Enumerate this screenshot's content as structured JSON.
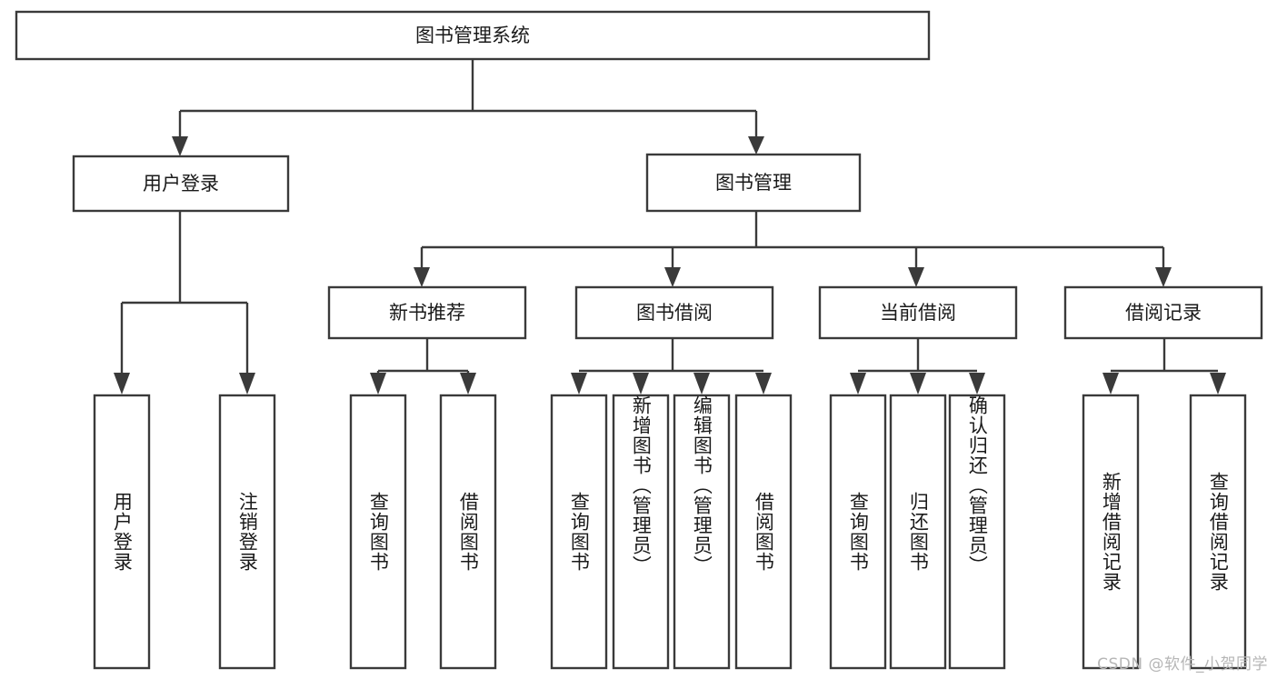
{
  "diagram": {
    "type": "tree",
    "title": "图书管理系统",
    "orientation": "top-down",
    "watermark": "CSDN @软件_小贺同学",
    "colors": {
      "background": "#ffffff",
      "node_fill": "#ffffff",
      "node_stroke": "#3a3a3a",
      "text": "#1a1a1a",
      "watermark": "#b6b6b6"
    },
    "levels": {
      "root": {
        "label": "图书管理系统"
      },
      "level1": [
        {
          "id": "user-login",
          "label": "用户登录"
        },
        {
          "id": "book-manage",
          "label": "图书管理"
        }
      ],
      "level2": [
        {
          "id": "new-book-recommend",
          "label": "新书推荐",
          "parent": "book-manage"
        },
        {
          "id": "book-borrow",
          "label": "图书借阅",
          "parent": "book-manage"
        },
        {
          "id": "current-borrow",
          "label": "当前借阅",
          "parent": "book-manage"
        },
        {
          "id": "borrow-record",
          "label": "借阅记录",
          "parent": "book-manage"
        }
      ],
      "leaves": [
        {
          "id": "leaf-user-login",
          "label": "用户登录",
          "parent": "user-login"
        },
        {
          "id": "leaf-logout",
          "label": "注销登录",
          "parent": "user-login"
        },
        {
          "id": "leaf-query-book-1",
          "label": "查询图书",
          "parent": "new-book-recommend"
        },
        {
          "id": "leaf-borrow-book-1",
          "label": "借阅图书",
          "parent": "new-book-recommend"
        },
        {
          "id": "leaf-query-book-2",
          "label": "查询图书",
          "parent": "book-borrow"
        },
        {
          "id": "leaf-add-book",
          "label": "新增图书（管理员）",
          "parent": "book-borrow"
        },
        {
          "id": "leaf-edit-book",
          "label": "编辑图书（管理员）",
          "parent": "book-borrow"
        },
        {
          "id": "leaf-borrow-book-2",
          "label": "借阅图书",
          "parent": "book-borrow"
        },
        {
          "id": "leaf-query-book-3",
          "label": "查询图书",
          "parent": "current-borrow"
        },
        {
          "id": "leaf-return-book",
          "label": "归还图书",
          "parent": "current-borrow"
        },
        {
          "id": "leaf-confirm-return",
          "label": "确认归还（管理员）",
          "parent": "current-borrow"
        },
        {
          "id": "leaf-add-record",
          "label": "新增借阅记录",
          "parent": "borrow-record"
        },
        {
          "id": "leaf-query-record",
          "label": "查询借阅记录",
          "parent": "borrow-record"
        }
      ]
    }
  }
}
